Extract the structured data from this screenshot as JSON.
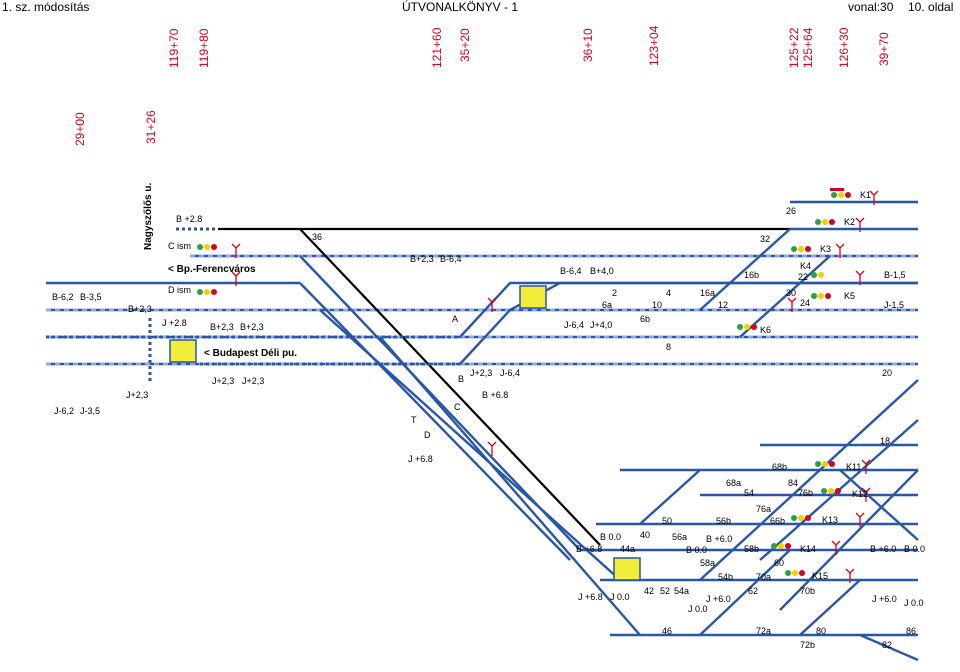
{
  "header": {
    "left": "1. sz. módosítás",
    "center": "ÚTVONALKÖNYV  - 1",
    "right": "vonal:30",
    "page": "10. oldal"
  },
  "colors": {
    "track": "#2a56a8",
    "km": "#d8001a",
    "panel": "#f2ec3a"
  },
  "km_posts": {
    "k1": "119+70",
    "k2": "119+80",
    "k3": "121+60",
    "k4": "35+20",
    "k5": "36+10",
    "k6": "123+04",
    "k7": "125+22",
    "k8": "125+64",
    "k9": "126+30",
    "k10": "39+70",
    "k11": "29+00",
    "k12": "31+26"
  },
  "stations": {
    "nagyszolos": "Nagyszőlős u.",
    "ferencvaros": "< Bp.-Ferencváros",
    "deli": "< Budapest Déli pu."
  },
  "left_labels": {
    "b28": "B +2.8",
    "c_ism": "C ism",
    "d_ism": "D ism",
    "b62": "B-6,2",
    "b35": "B-3,5",
    "b23a": "B+2,3",
    "j28": "J +2.8",
    "b23b": "B+2,3",
    "b23c": "B+2,3",
    "j23a": "J+2,3",
    "j23b": "J+2,3",
    "j23c": "J+2,3",
    "j62": "J-6,2",
    "j35": "J-3,5"
  },
  "mid_labels": {
    "t36": "36",
    "b23d": "B+2,3",
    "b64a": "B-6,4",
    "a": "A",
    "j23d": "J+2,3",
    "j64a": "J-6,4",
    "b": "B",
    "b68": "B +6.8",
    "c": "C",
    "d": "D",
    "j68": "J +6.8",
    "t": "T"
  },
  "upper_tracks": {
    "b64b": "B-6,4",
    "b40": "B+4,0",
    "t2": "2",
    "t4": "4",
    "t16a": "16a",
    "t16b": "16b",
    "t6a": "6a",
    "t10": "10",
    "t12": "12",
    "j64b": "J-6,4",
    "j40": "J+4,0",
    "t6b": "6b",
    "t8": "8",
    "t26": "26",
    "t32": "32",
    "t22": "22",
    "t30": "30",
    "t24": "24",
    "t20": "20",
    "t18": "18",
    "k1": "K1",
    "k2": "K2",
    "k3": "K3",
    "k4": "K4",
    "k5": "K5",
    "k6": "K6",
    "b15": "B-1,5",
    "j15": "J-1,5"
  },
  "lower_tracks": {
    "t68b": "68b",
    "t68a": "68a",
    "t84": "84",
    "t54": "54",
    "t76b": "76b",
    "t76a": "76a",
    "t50": "50",
    "t56b": "56b",
    "t66b": "66b",
    "b00a": "B 0.0",
    "t40": "40",
    "t56a": "56a",
    "b60": "B +6.0",
    "b68b": "B +6.8",
    "t44a": "44a",
    "b00b": "B 0.0",
    "t58b": "58b",
    "t60": "60",
    "t58a": "58a",
    "t54b": "54b",
    "t70a": "70a",
    "t70b": "70b",
    "t42": "42",
    "t52": "52",
    "t54a": "54a",
    "t62": "62",
    "j68b": "J +6.8",
    "j00a": "J 0.0",
    "j60": "J +6.0",
    "j00b": "J 0.0",
    "t46": "46",
    "t72a": "72a",
    "t80": "80",
    "t86": "86",
    "t72b": "72b",
    "t82": "82",
    "k11": "K11",
    "k12": "K12",
    "k13": "K13",
    "k14": "K14",
    "k15": "K15",
    "b60r": "B +6.0",
    "b00r": "B 0.0",
    "j60r": "J +6.0",
    "j00r": "J 0.0"
  }
}
